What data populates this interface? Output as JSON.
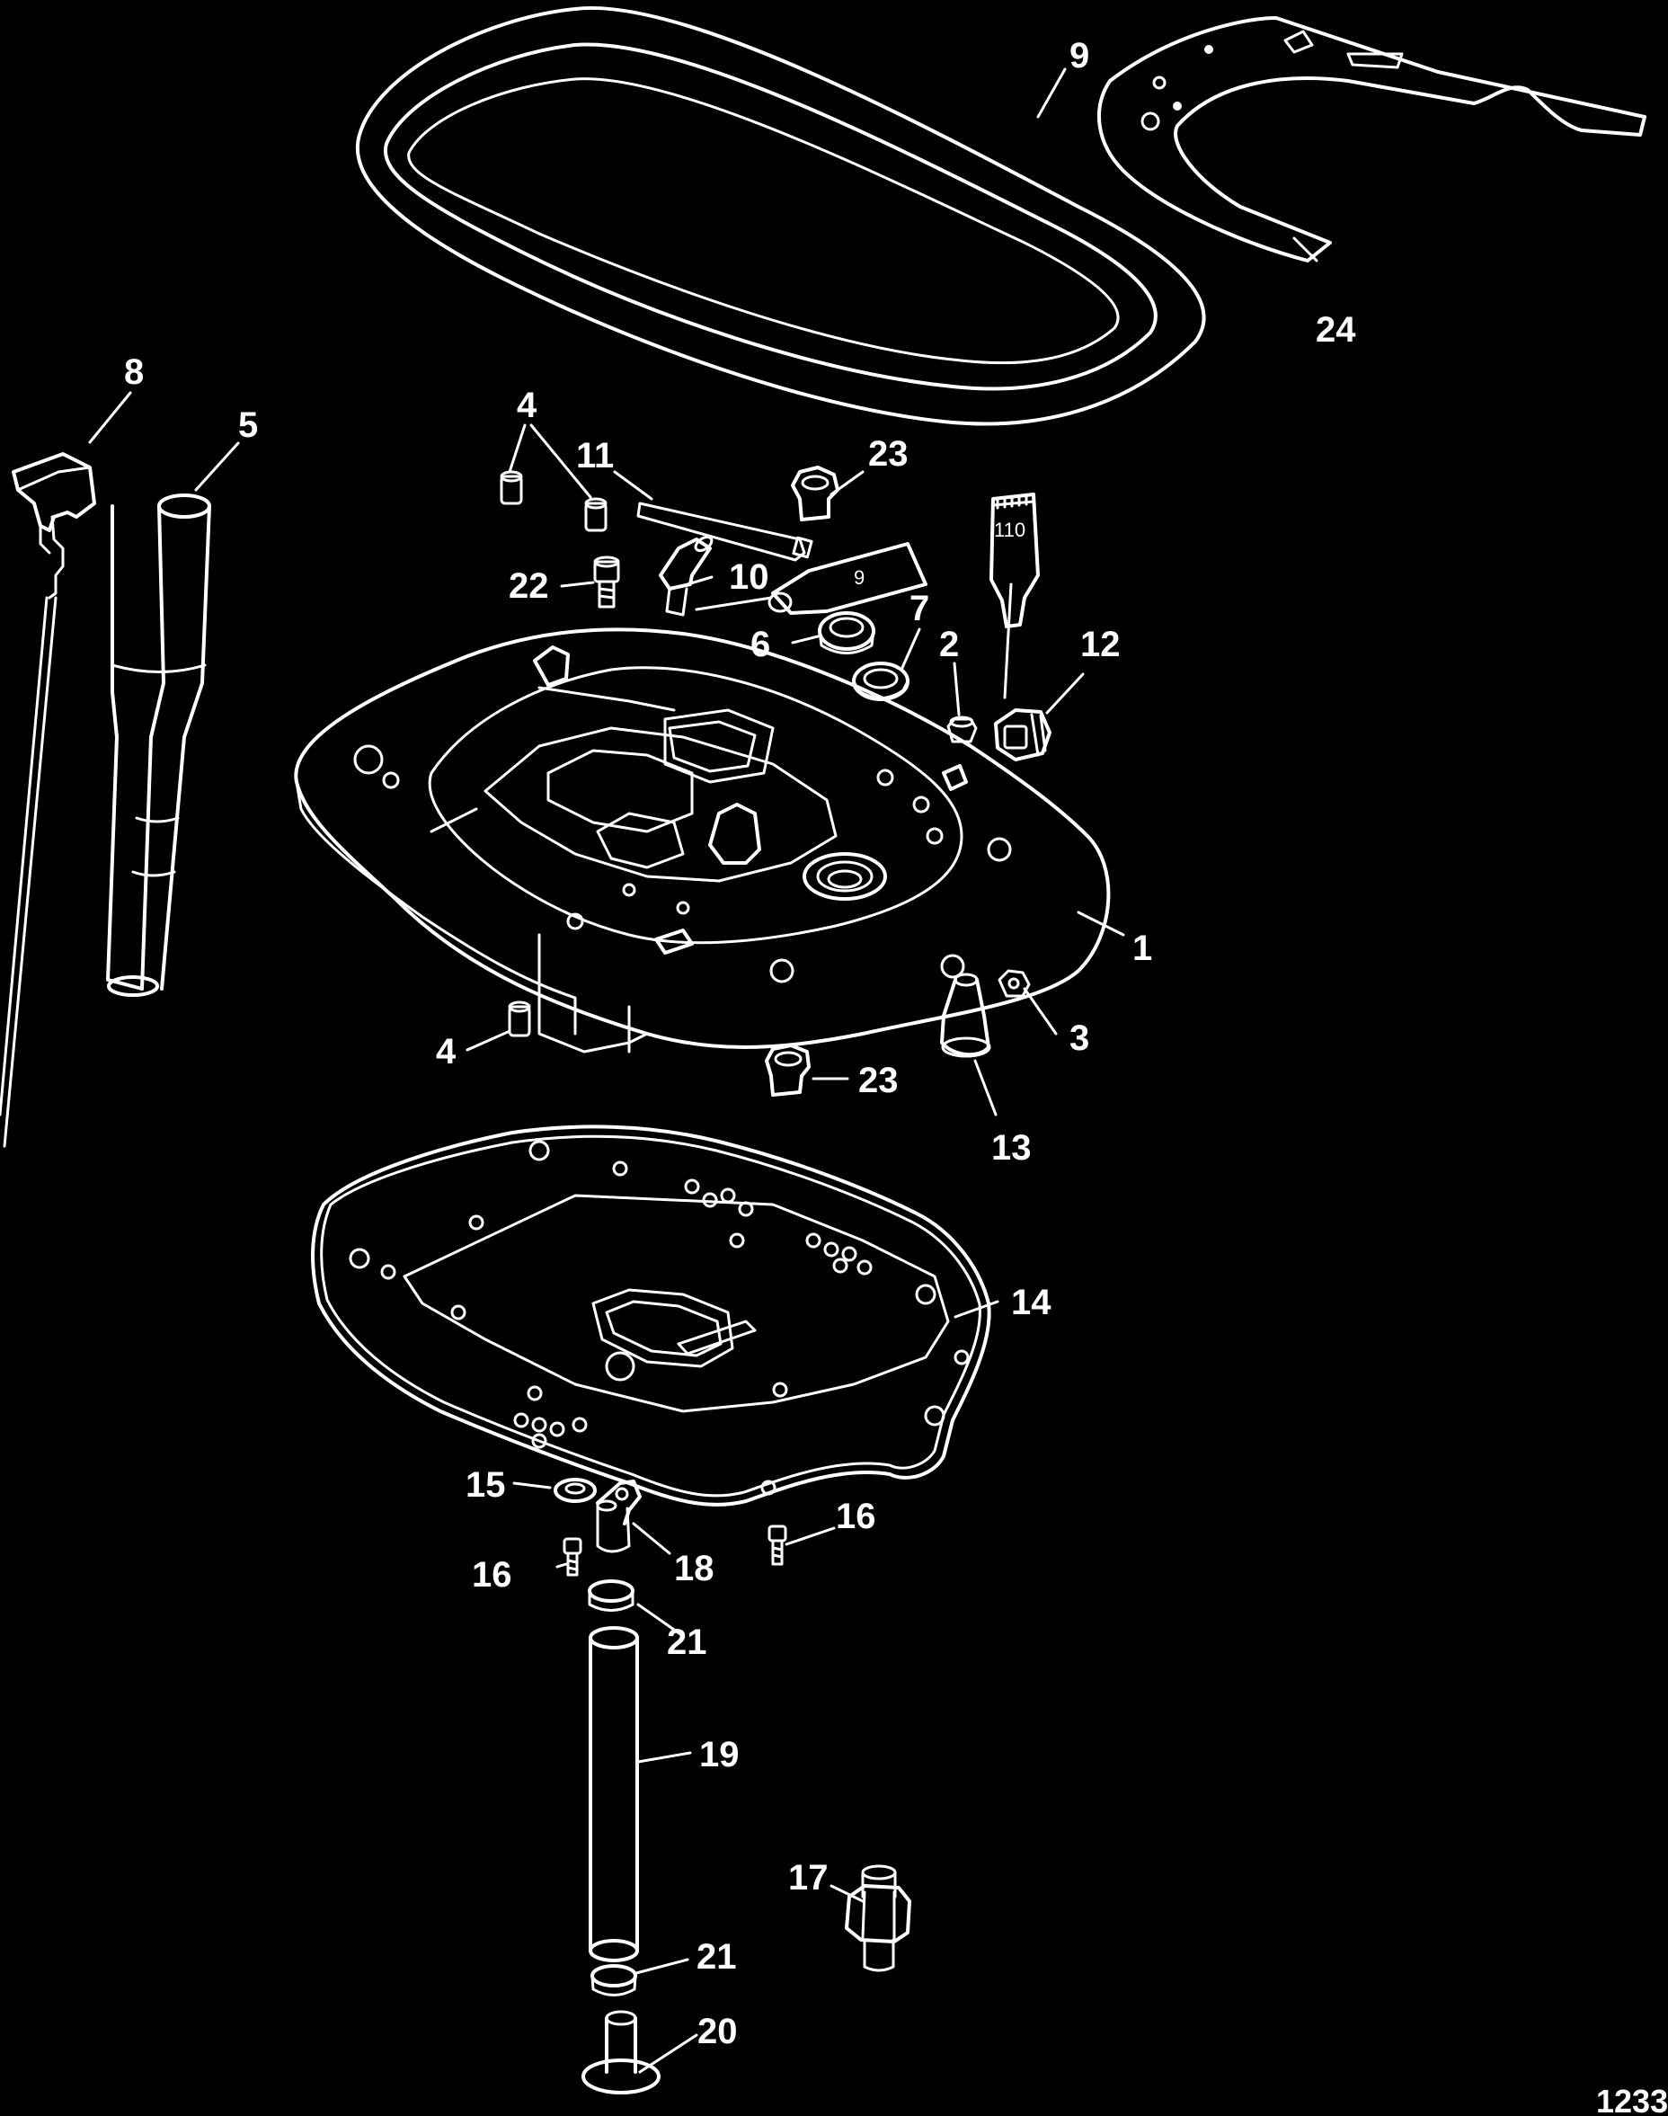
{
  "callouts": {
    "c1": "1",
    "c2": "2",
    "c3": "3",
    "c4a": "4",
    "c4b": "4",
    "c5": "5",
    "c6": "6",
    "c7": "7",
    "c8": "8",
    "c9": "9",
    "c10": "10",
    "c11": "11",
    "c12": "12",
    "c13": "13",
    "c14": "14",
    "c15": "15",
    "c16a": "16",
    "c16b": "16",
    "c17": "17",
    "c18": "18",
    "c19": "19",
    "c20": "20",
    "c21a": "21",
    "c21b": "21",
    "c22": "22",
    "c23a": "23",
    "c23b": "23",
    "c24": "24"
  },
  "tube_labels": {
    "lubricant_9": "9",
    "lubricant_110": "110"
  },
  "figure_id": "1233",
  "colors": {
    "background": "#000000",
    "line": "#ffffff"
  }
}
